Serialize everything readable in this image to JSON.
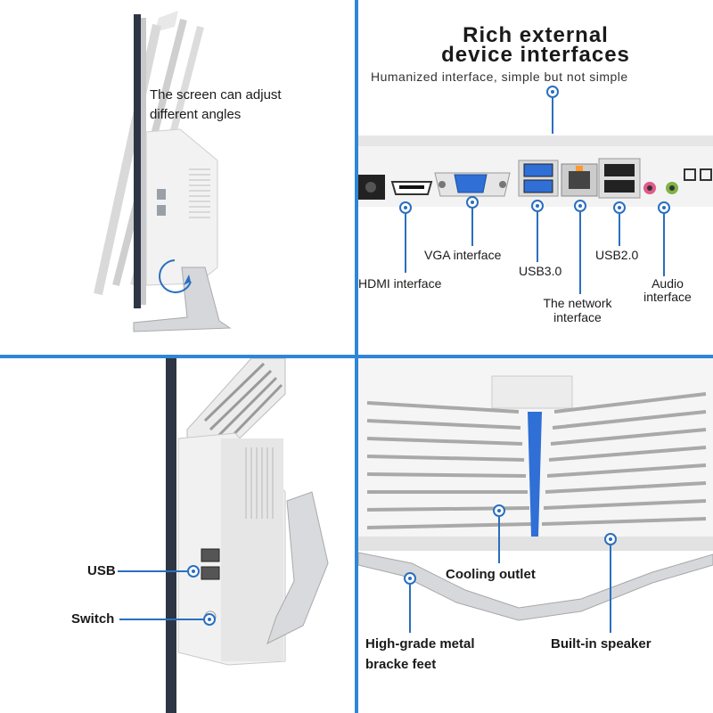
{
  "panel_screen": {
    "caption_line1": "The screen can adjust",
    "caption_line2": "different angles"
  },
  "panel_interfaces": {
    "title_line1": "Rich external",
    "title_line2": "device interfaces",
    "subtitle": "Humanized interface, simple but not simple",
    "labels": {
      "hdmi": "HDMI interface",
      "vga": "VGA interface",
      "usb3": "USB3.0",
      "network_line1": "The network",
      "network_line2": "interface",
      "usb2": "USB2.0",
      "audio_line1": "Audio",
      "audio_line2": "interface"
    }
  },
  "panel_side": {
    "usb": "USB",
    "switch": "Switch"
  },
  "panel_back": {
    "cooling": "Cooling outlet",
    "feet_line1": "High-grade metal",
    "feet_line2": "bracke feet",
    "speaker": "Built-in speaker"
  },
  "colors": {
    "divider": "#2f86d6",
    "marker": "#2a6fbf",
    "vga_port": "#2f6fd6",
    "usb3_port": "#2f6fd6"
  }
}
